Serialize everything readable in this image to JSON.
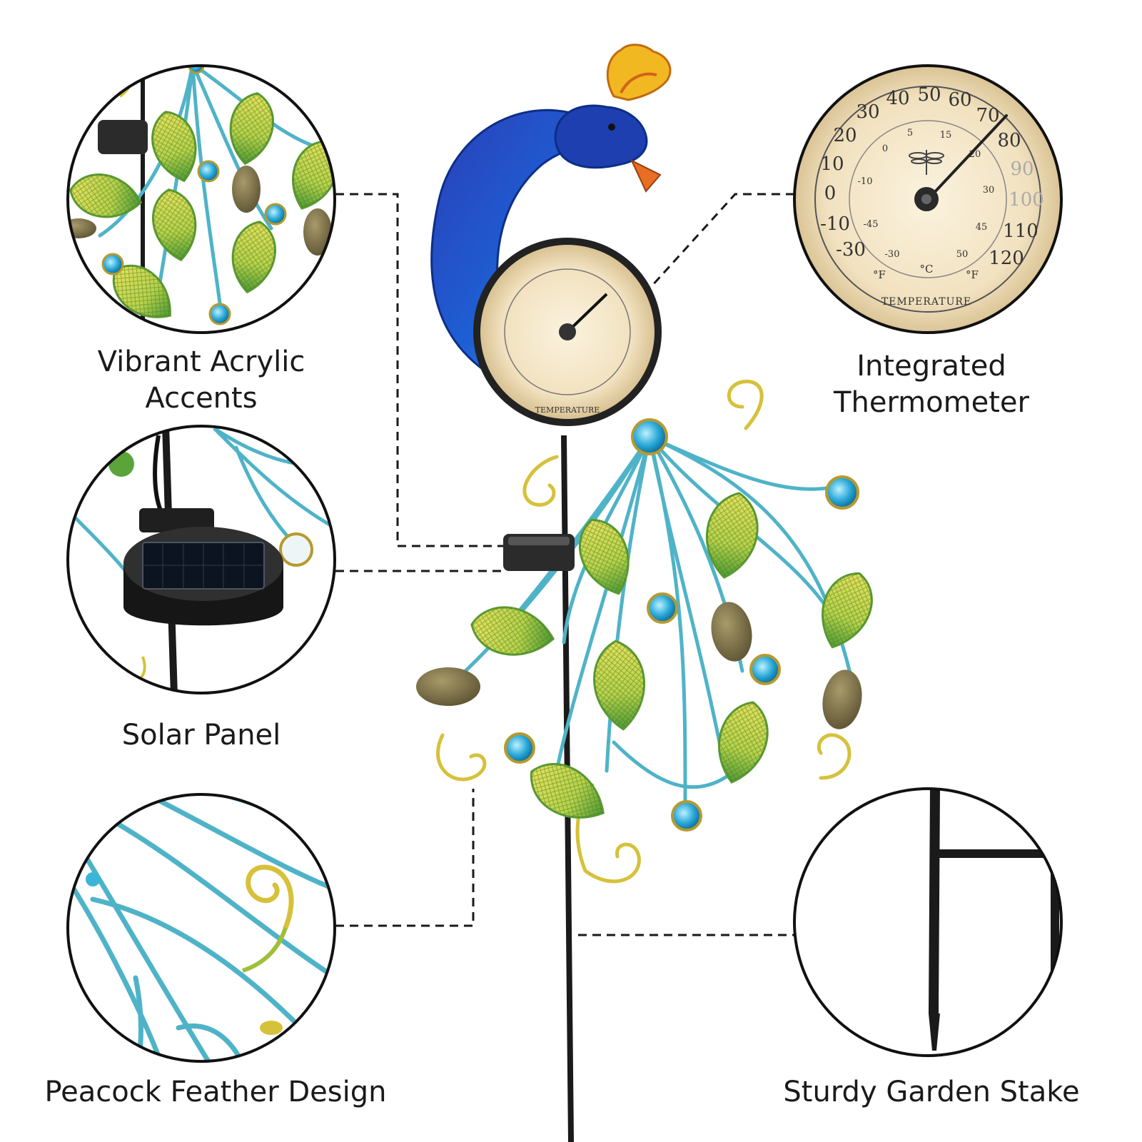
{
  "features": {
    "acrylic": {
      "line1": "Vibrant Acrylic",
      "line2": "Accents"
    },
    "solar": {
      "label": "Solar Panel"
    },
    "feather": {
      "label": "Peacock Feather Design"
    },
    "thermometer": {
      "line1": "Integrated",
      "line2": "Thermometer"
    },
    "stake": {
      "label": "Sturdy Garden Stake"
    }
  },
  "thermometer_dial": {
    "fahrenheit_ticks": [
      "-30",
      "-10",
      "0",
      "10",
      "20",
      "30",
      "40",
      "50",
      "60",
      "70",
      "80",
      "90",
      "100",
      "110",
      "120"
    ],
    "celsius_ticks": [
      "-30",
      "-45",
      "-10",
      "0",
      "5",
      "15",
      "20",
      "30",
      "45",
      "50"
    ],
    "unit_f_left": "°F",
    "unit_c": "°C",
    "unit_f_right": "°F",
    "caption": "TEMPERATURE",
    "needle_reading_f": 70
  },
  "colors": {
    "peacock_blue": "#1e4fc8",
    "feather_teal": "#4fb3c8",
    "feather_yellow": "#d8d24a",
    "feather_green": "#5aa43a",
    "gem_blue": "#2aa8d8",
    "dial_face": "#f3e6c8",
    "stake_black": "#1a1a1a"
  },
  "icons": [
    "dragonfly-icon"
  ]
}
